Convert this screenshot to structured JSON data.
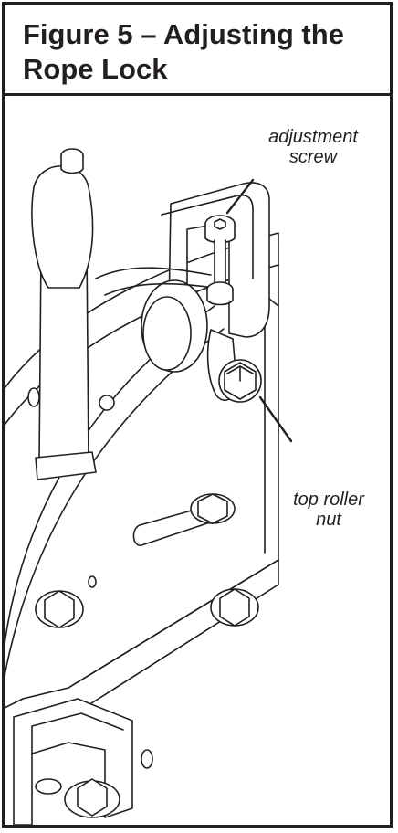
{
  "figure": {
    "title": "Figure 5 – Adjusting the Rope Lock"
  },
  "callouts": {
    "adjustment_screw": "adjustment\nscrew",
    "top_roller_nut": "top roller\nnut"
  },
  "colors": {
    "ink": "#231f20",
    "background": "#ffffff"
  }
}
